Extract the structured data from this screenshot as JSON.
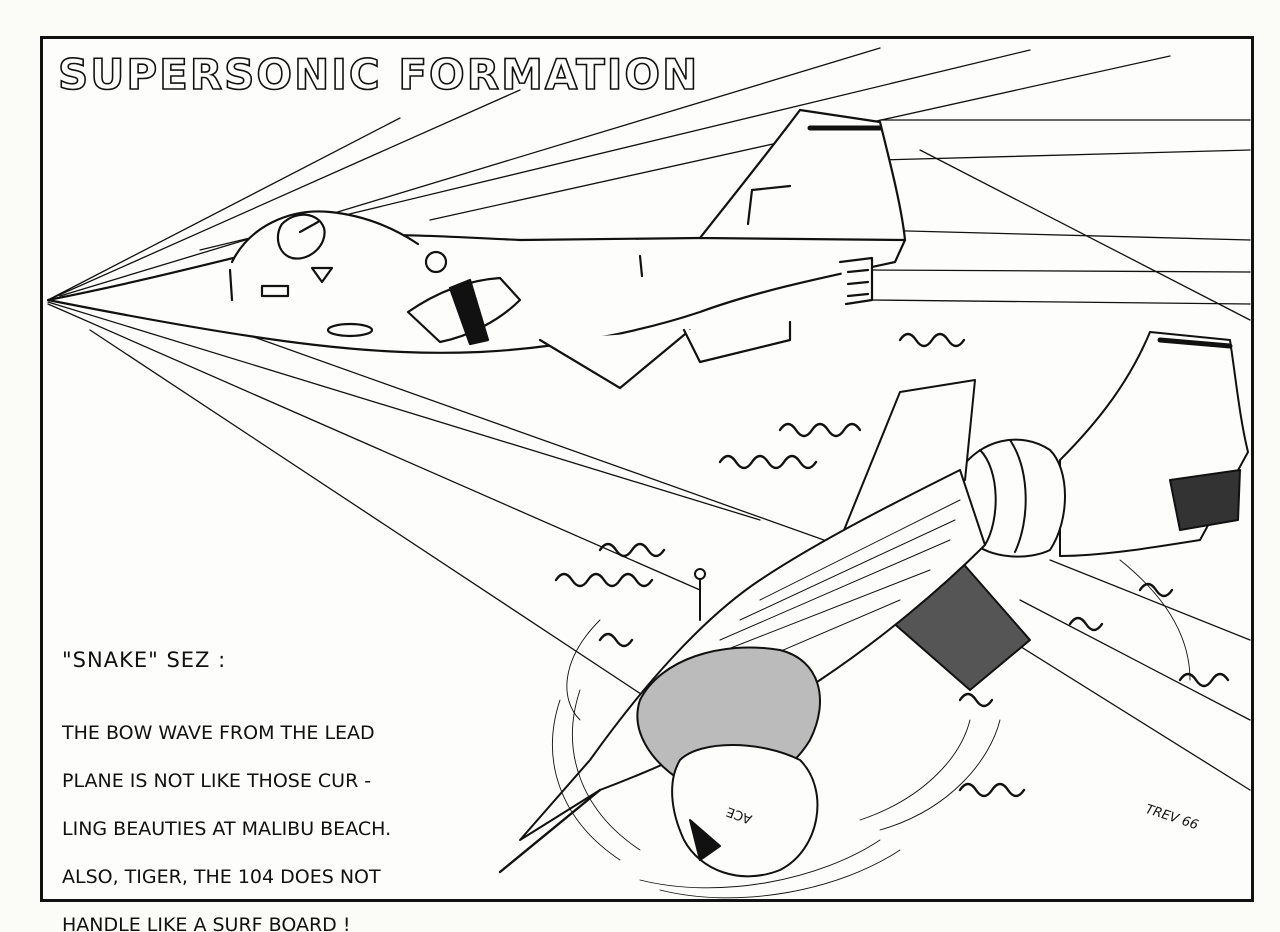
{
  "cartoon": {
    "title": "SUPERSONIC FORMATION",
    "caption_heading": "\"SNAKE\" SEZ :",
    "caption_lines": [
      "THE BOW WAVE FROM THE LEAD",
      "PLANE IS NOT LIKE THOSE CUR -",
      "LING BEAUTIES AT MALIBU BEACH.",
      "ALSO, TIGER, THE 104 DOES NOT",
      "HANDLE LIKE A SURF BOARD !"
    ],
    "signature": "TREV 66",
    "helmet_text": "ACE",
    "ink_color": "#111111",
    "paper_color": "#fdfdfb"
  }
}
